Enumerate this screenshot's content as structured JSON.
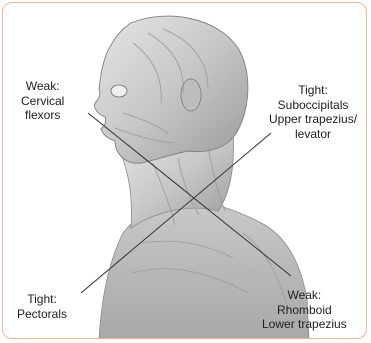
{
  "annotations": {
    "weak_cervical": {
      "lines": [
        "Weak:",
        "Cervical",
        "flexors"
      ]
    },
    "tight_suboccipitals": {
      "lines": [
        "Tight:",
        "Suboccipitals",
        "Upper trapezius/",
        "levator"
      ]
    },
    "tight_pectorals": {
      "lines": [
        "Tight:",
        "Pectorals"
      ]
    },
    "weak_rhomboid": {
      "lines": [
        "Weak:",
        "Rhomboid",
        "Lower trapezius"
      ]
    }
  },
  "colors": {
    "frame_border": "#f0b59a",
    "skin_light": "#d9d9d9",
    "skin_mid": "#b9b9b9",
    "skin_dark": "#8e8e8e",
    "line": "#333333"
  }
}
